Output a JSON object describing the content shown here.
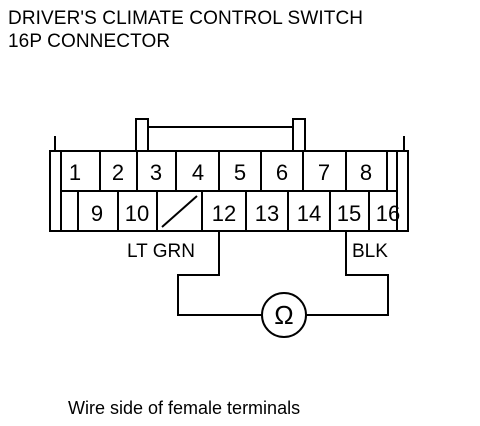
{
  "title": {
    "line1": "DRIVER'S CLIMATE CONTROL SWITCH",
    "line2": "16P CONNECTOR"
  },
  "connector": {
    "top_row": [
      "1",
      "2",
      "3",
      "4",
      "5",
      "6",
      "7",
      "8"
    ],
    "bottom_row": [
      "9",
      "10",
      "",
      "12",
      "13",
      "14",
      "15",
      "16"
    ]
  },
  "wires": {
    "left_color": "LT GRN",
    "right_color": "BLK"
  },
  "meter": {
    "symbol": "Ω",
    "icon": "ohmmeter-icon"
  },
  "caption": "Wire side of female terminals"
}
